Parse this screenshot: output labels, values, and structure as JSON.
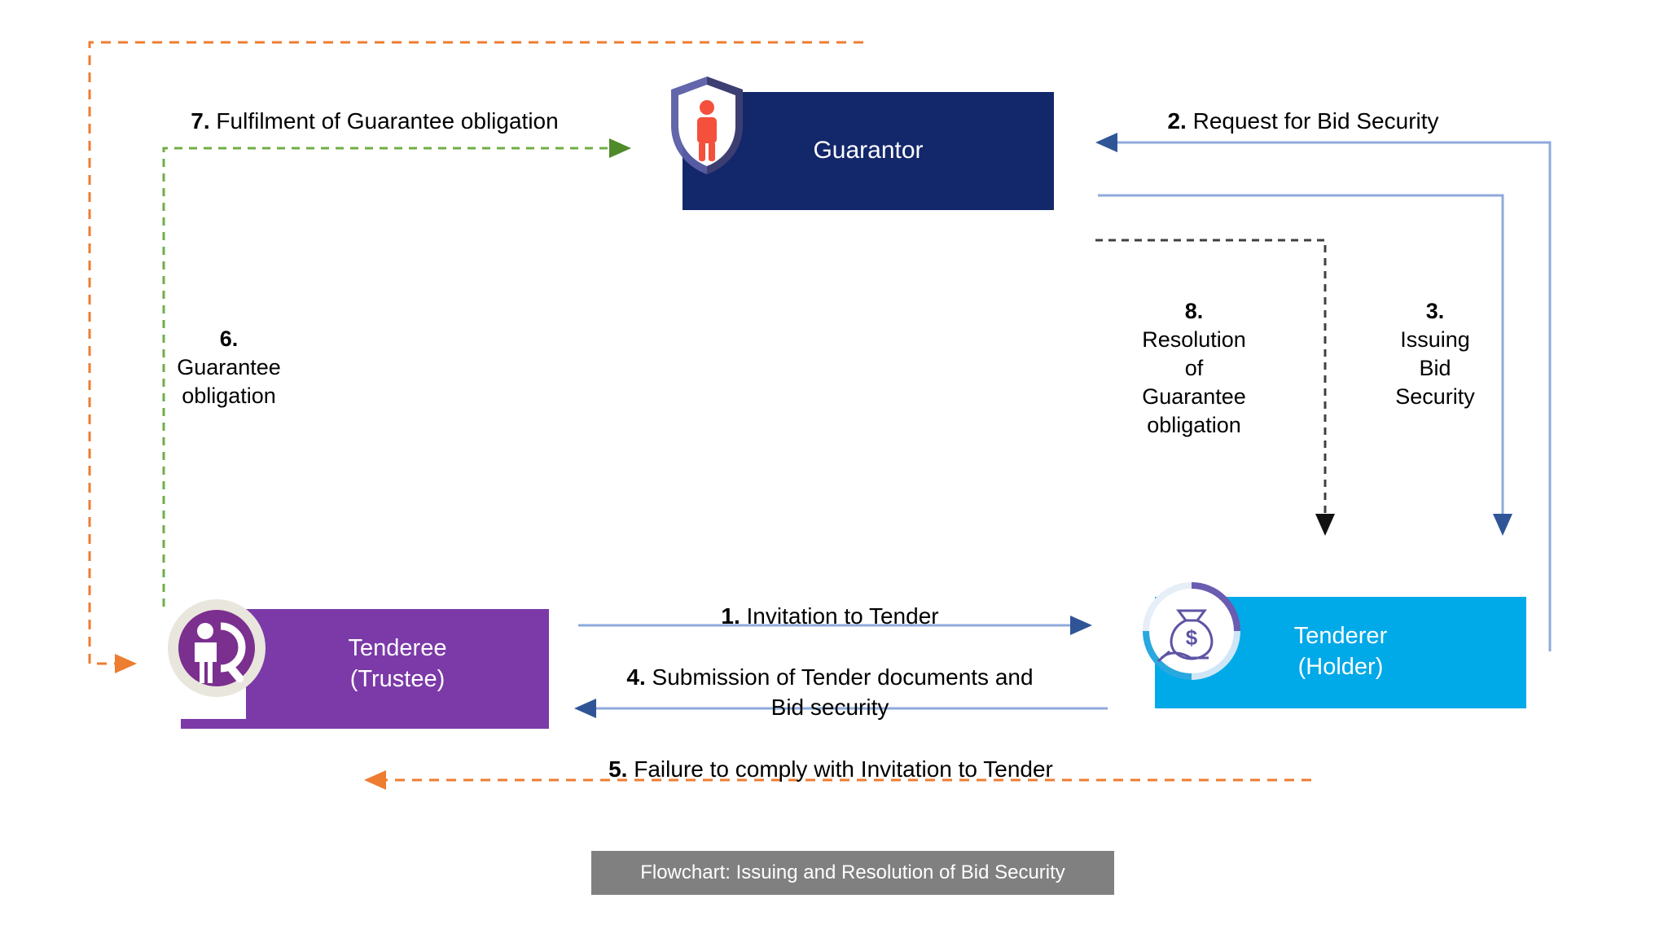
{
  "diagram": {
    "caption": "Flowchart: Issuing and Resolution of Bid Security",
    "nodes": [
      {
        "id": "guarantor",
        "label": "Guarantor",
        "color": "#13276b",
        "icon": "shield-person-icon"
      },
      {
        "id": "tenderee",
        "label": "Tenderee\n(Trustee)",
        "color": "#7b3aa8",
        "icon": "person-magnifier-icon"
      },
      {
        "id": "tenderer",
        "label": "Tenderer\n(Holder)",
        "color": "#00a9e8",
        "icon": "money-bag-hand-icon"
      }
    ],
    "edges": [
      {
        "number": "1.",
        "text": " Invitation to Tender",
        "from": "tenderee",
        "to": "tenderer",
        "style": "solid",
        "color": "#4472c4"
      },
      {
        "number": "2.",
        "text": " Request for Bid Security",
        "from": "tenderer",
        "to": "guarantor",
        "style": "solid",
        "color": "#4472c4"
      },
      {
        "number": "3.",
        "text": "\nIssuing\nBid\nSecurity",
        "from": "guarantor",
        "to": "tenderer",
        "style": "solid",
        "color": "#4472c4"
      },
      {
        "number": "4.",
        "text": " Submission of Tender documents and\nBid security",
        "from": "tenderer",
        "to": "tenderee",
        "style": "solid",
        "color": "#4472c4"
      },
      {
        "number": "5.",
        "text": " Failure to comply with Invitation to Tender",
        "from": "tenderer",
        "to": "tenderee",
        "style": "dashed",
        "color": "#ed7d31"
      },
      {
        "number": "6.",
        "text": "\nGuarantee\nobligation",
        "from": "tenderee",
        "to": "guarantor",
        "style": "dashed",
        "color": "#70ad47"
      },
      {
        "number": "7.",
        "text": " Fulfilment of Guarantee obligation",
        "from": "guarantor",
        "to": "tenderee",
        "style": "dashed",
        "color": "#ed7d31"
      },
      {
        "number": "8.",
        "text": "\nResolution\nof\nGuarantee\nobligation",
        "from": "guarantor",
        "to": "tenderer",
        "style": "dashed",
        "color": "#404040"
      }
    ]
  },
  "colors": {
    "guarantor": "#13276b",
    "tenderee": "#7b3aa8",
    "tenderer": "#00a9e8",
    "arrow_blue": "#4472c4",
    "arrow_orange": "#ed7d31",
    "arrow_green": "#70ad47",
    "arrow_black": "#404040",
    "caption_bg": "#808080"
  }
}
